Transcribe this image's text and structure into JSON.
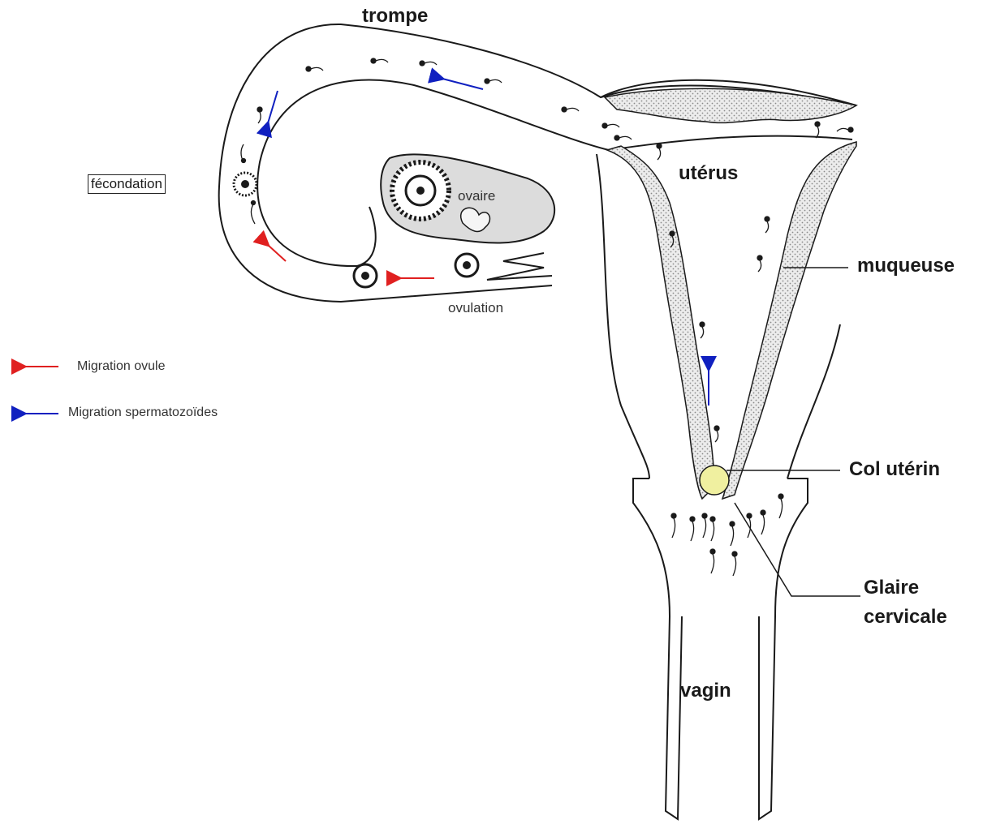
{
  "labels": {
    "trompe": "trompe",
    "uterus": "utérus",
    "ovaire": "ovaire",
    "fecondation": "fécondation",
    "ovulation": "ovulation",
    "muqueuse": "muqueuse",
    "col_uterin": "Col utérin",
    "glaire_cervicale": "Glaire\ncervicale",
    "vagin": "vagin"
  },
  "legend": {
    "items": [
      {
        "label": "Migration ovule",
        "color": "#e02020"
      },
      {
        "label": "Migration spermatozoïdes",
        "color": "#1020c0"
      }
    ]
  },
  "colors": {
    "outline": "#1a1a1a",
    "mucosa_fill": "#d8d8d8",
    "ovary_fill": "#dcdcdc",
    "cervical_mucus": "#f0f0a0",
    "egg_arrow": "#e02020",
    "sperm_arrow": "#1020c0"
  }
}
